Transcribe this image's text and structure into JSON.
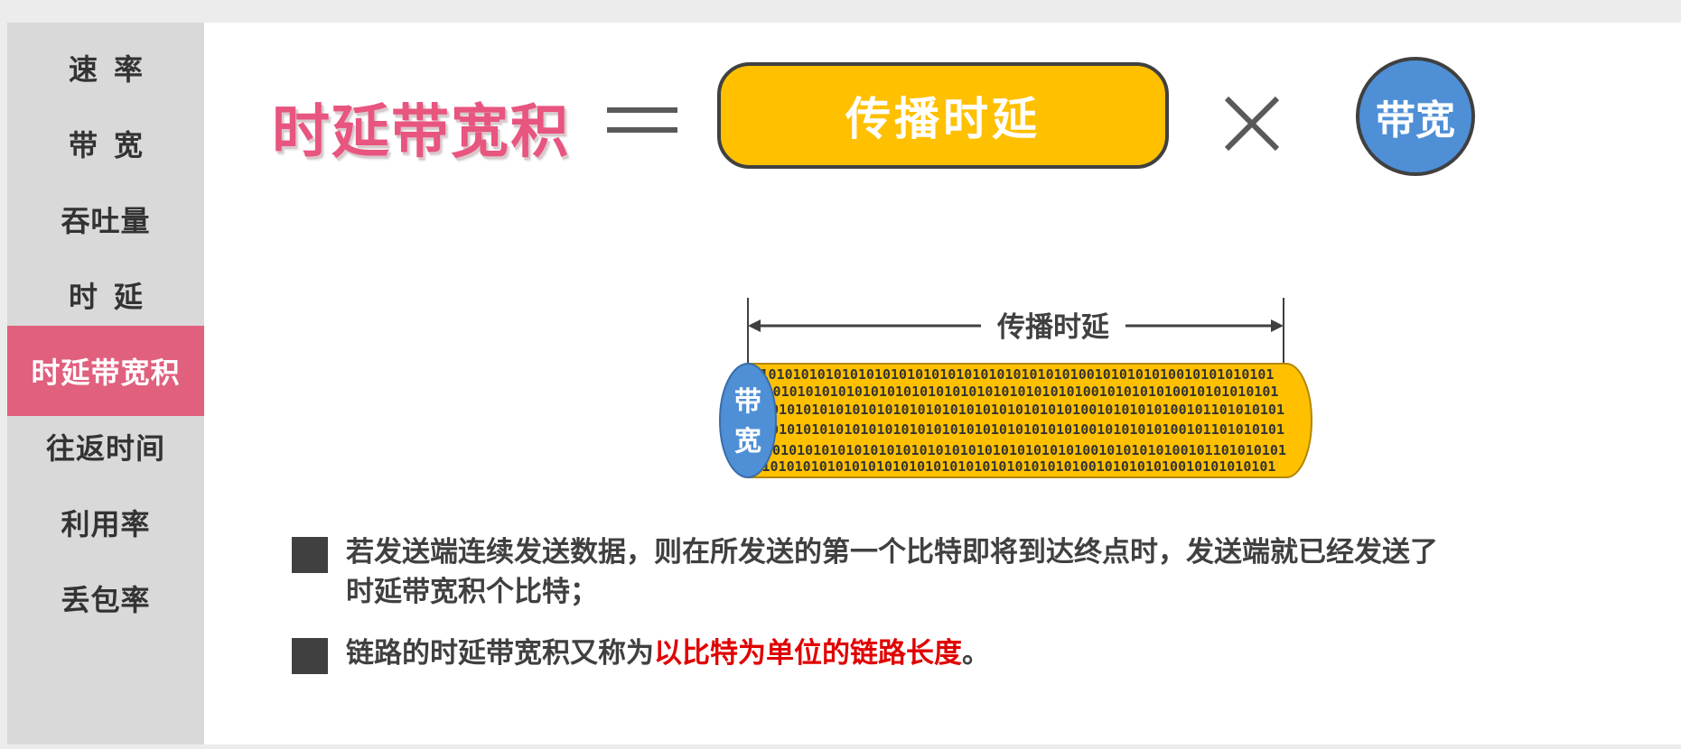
{
  "sidebar": {
    "items": [
      {
        "label": "速率",
        "active": false
      },
      {
        "label": "带宽",
        "active": false
      },
      {
        "label": "吞吐量",
        "active": false
      },
      {
        "label": "时延",
        "active": false
      },
      {
        "label": "时延带宽积",
        "active": true
      },
      {
        "label": "往返时间",
        "active": false
      },
      {
        "label": "利用率",
        "active": false
      },
      {
        "label": "丢包率",
        "active": false
      }
    ]
  },
  "formula": {
    "title": "时延带宽积",
    "propagation_delay": "传播时延",
    "bandwidth": "带宽"
  },
  "pipe": {
    "delay_label": "传播时延",
    "bandwidth_char_1": "带",
    "bandwidth_char_2": "宽",
    "bits": [
      "101010101010101010101010101010101010101001010101010010101010101",
      "101010101010101010101010101010101010101001010101010010101010101",
      "1010101010101010101010101010101010101010010101010100101101010101",
      "1010101010101010101010101010101010101010010101010100101101010101",
      "1010101010101010101010101010101010101010010101010100101101010101",
      "101010101010101010101010101010101010101001010101010010101010101"
    ]
  },
  "bullets": {
    "b1_line1": "若发送端连续发送数据，则在所发送的第一个比特即将到达终点时，发送端就已经发送了",
    "b1_line2": "时延带宽积个比特；",
    "b2_prefix": "链路的时延带宽积又称为",
    "b2_emphasis": "以比特为单位的链路长度",
    "b2_suffix": "。"
  },
  "colors": {
    "accent_pink": "#e0607e",
    "title_pink": "#e8557f",
    "delay_yellow": "#ffc000",
    "bandwidth_blue": "#4e8fd6",
    "emphasis_red": "#e00000"
  }
}
